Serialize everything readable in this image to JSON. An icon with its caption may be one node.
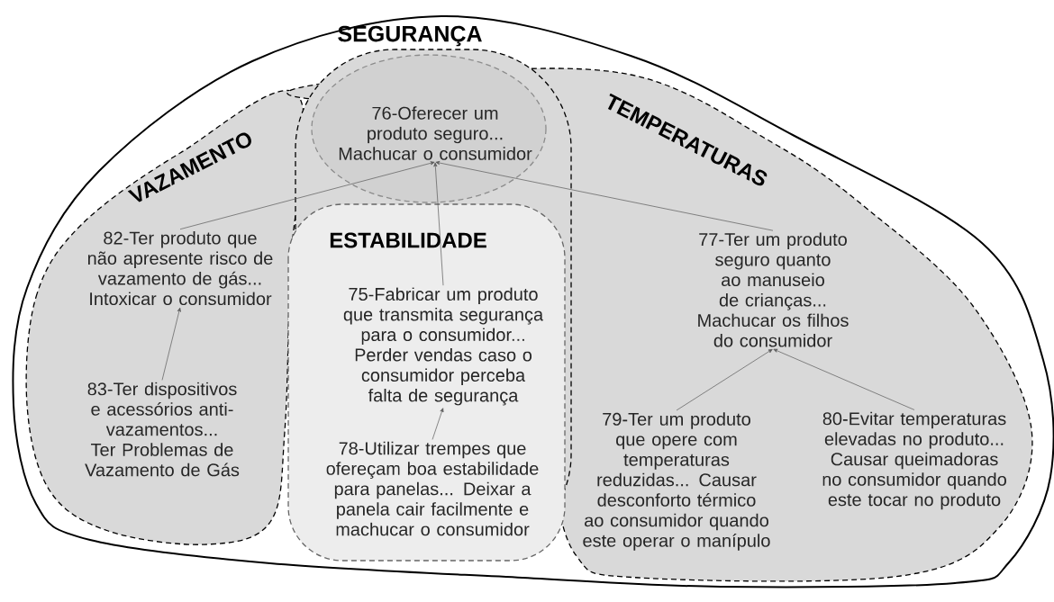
{
  "diagram": {
    "nodes": [
      {
        "text": [
          "SEGURANÇA"
        ]
      },
      {
        "text": [
          "VAZAMENTO"
        ],
        "in": 0
      },
      {
        "text": [
          "TEMPERATURAS"
        ],
        "in": 0
      },
      {
        "text": [
          "76-Oferecer um produto seguro... Machucar o consumidor"
        ],
        "in": 0
      },
      {
        "text": [
          "ESTABILIDADE"
        ],
        "in": 0
      },
      {
        "text": [
          "82-Ter produto que não apresente risco de vazamento de gás... Intoxicar o consumidor"
        ],
        "in": 1
      },
      {
        "text": [
          "83-Ter dispositivos e acessórios anti-vazamentos... Ter Problemas de Vazamento de Gás"
        ],
        "in": 1
      },
      {
        "text": [
          "75-Fabricar um produto que transmita segurança para o consumidor... Perder vendas caso o consumidor perceba falta de segurança"
        ],
        "in": 4
      },
      {
        "text": [
          "78-Utilizar trempes que ofereçam boa estabilidade para panelas... Deixar a panela cair facilmente e machucar o consumidor"
        ],
        "in": 4
      },
      {
        "text": [
          "77-Ter um produto seguro quanto ao manuseio de crianças... Machucar os filhos do consumidor"
        ],
        "in": 2
      },
      {
        "text": [
          "79-Ter um produto que opere com temperaturas reduzidas... Causar desconforto térmico ao consumidor quando este operar o manípulo"
        ],
        "in": 2
      },
      {
        "text": [
          "80-Evitar temperaturas elevadas no produto... Causar queimadoras no consumidor quando este tocar no produto"
        ],
        "in": 2
      }
    ],
    "edges": [
      {
        "from": 5,
        "to": 3,
        "arrow": "to"
      },
      {
        "from": 7,
        "to": 3,
        "arrow": "to"
      },
      {
        "from": 9,
        "to": 3,
        "arrow": "to"
      },
      {
        "from": 6,
        "to": 5,
        "arrow": "to"
      },
      {
        "from": 8,
        "to": 7,
        "arrow": "to"
      },
      {
        "from": 10,
        "to": 9,
        "arrow": "to"
      },
      {
        "from": 11,
        "to": 9,
        "arrow": "to"
      }
    ]
  }
}
